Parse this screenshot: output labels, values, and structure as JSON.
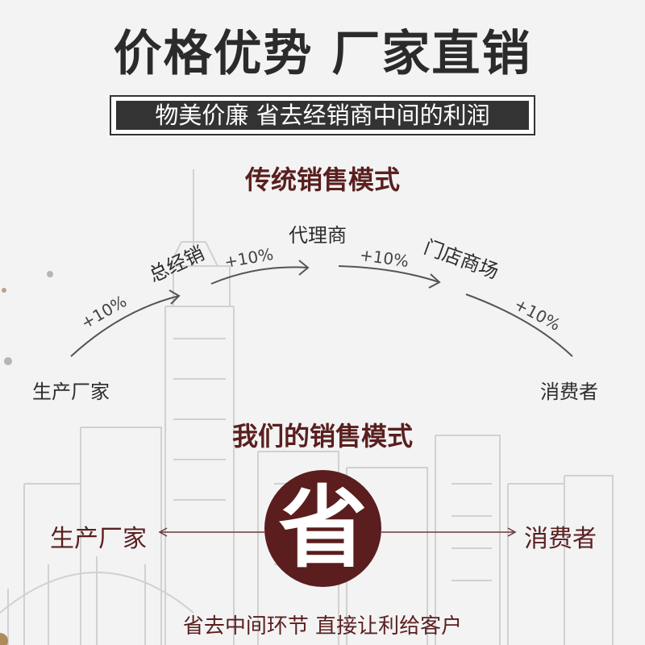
{
  "title": "价格优势 厂家直销",
  "subtitle": "物美价廉 省去经销商中间的利润",
  "traditional": {
    "heading": "传统销售模式",
    "nodes": [
      "生产厂家",
      "总经销",
      "代理商",
      "门店商场",
      "消费者"
    ],
    "markups": [
      "+10%",
      "+10%",
      "+10%",
      "+10%"
    ]
  },
  "ours": {
    "heading": "我们的销售模式",
    "left": "生产厂家",
    "center": "省",
    "right": "消费者"
  },
  "footer": "省去中间环节  直接让利给客户",
  "colors": {
    "accent": "#5b1d1d",
    "title": "#2b2b2b",
    "background": "#f3f3f3"
  }
}
